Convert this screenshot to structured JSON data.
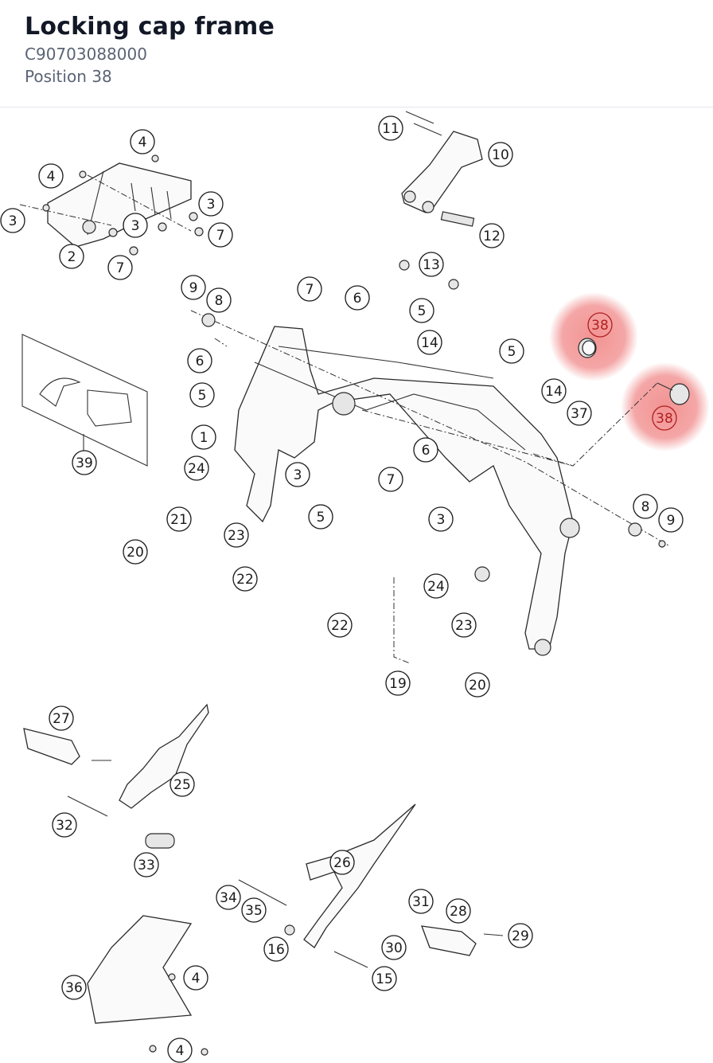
{
  "header": {
    "title": "Locking cap frame",
    "part_number": "C90703088000",
    "position": "Position 38"
  },
  "highlight_color": "#f08080",
  "callouts": [
    {
      "id": "c-38a",
      "label": "38",
      "highlighted": true
    },
    {
      "id": "c-38b",
      "label": "38",
      "highlighted": true
    },
    {
      "id": "c-4a",
      "label": "4"
    },
    {
      "id": "c-4b",
      "label": "4"
    },
    {
      "id": "c-3a",
      "label": "3"
    },
    {
      "id": "c-3b",
      "label": "3"
    },
    {
      "id": "c-3c",
      "label": "3"
    },
    {
      "id": "c-7a",
      "label": "7"
    },
    {
      "id": "c-7b",
      "label": "7"
    },
    {
      "id": "c-2",
      "label": "2"
    },
    {
      "id": "c-11",
      "label": "11"
    },
    {
      "id": "c-10",
      "label": "10"
    },
    {
      "id": "c-12",
      "label": "12"
    },
    {
      "id": "c-13",
      "label": "13"
    },
    {
      "id": "c-9a",
      "label": "9"
    },
    {
      "id": "c-8a",
      "label": "8"
    },
    {
      "id": "c-7c",
      "label": "7"
    },
    {
      "id": "c-6a",
      "label": "6"
    },
    {
      "id": "c-5a",
      "label": "5"
    },
    {
      "id": "c-14a",
      "label": "14"
    },
    {
      "id": "c-6b",
      "label": "6"
    },
    {
      "id": "c-5b",
      "label": "5"
    },
    {
      "id": "c-5c",
      "label": "5"
    },
    {
      "id": "c-14b",
      "label": "14"
    },
    {
      "id": "c-37",
      "label": "37"
    },
    {
      "id": "c-1",
      "label": "1"
    },
    {
      "id": "c-6c",
      "label": "6"
    },
    {
      "id": "c-39",
      "label": "39"
    },
    {
      "id": "c-24a",
      "label": "24"
    },
    {
      "id": "c-3d",
      "label": "3"
    },
    {
      "id": "c-7d",
      "label": "7"
    },
    {
      "id": "c-5d",
      "label": "5"
    },
    {
      "id": "c-21",
      "label": "21"
    },
    {
      "id": "c-23a",
      "label": "23"
    },
    {
      "id": "c-3e",
      "label": "3"
    },
    {
      "id": "c-8b",
      "label": "8"
    },
    {
      "id": "c-9b",
      "label": "9"
    },
    {
      "id": "c-20a",
      "label": "20"
    },
    {
      "id": "c-22a",
      "label": "22"
    },
    {
      "id": "c-24b",
      "label": "24"
    },
    {
      "id": "c-22b",
      "label": "22"
    },
    {
      "id": "c-23b",
      "label": "23"
    },
    {
      "id": "c-19",
      "label": "19"
    },
    {
      "id": "c-20b",
      "label": "20"
    },
    {
      "id": "c-27",
      "label": "27"
    },
    {
      "id": "c-25",
      "label": "25"
    },
    {
      "id": "c-32",
      "label": "32"
    },
    {
      "id": "c-33",
      "label": "33"
    },
    {
      "id": "c-26",
      "label": "26"
    },
    {
      "id": "c-34",
      "label": "34"
    },
    {
      "id": "c-35",
      "label": "35"
    },
    {
      "id": "c-31",
      "label": "31"
    },
    {
      "id": "c-28",
      "label": "28"
    },
    {
      "id": "c-29",
      "label": "29"
    },
    {
      "id": "c-16",
      "label": "16"
    },
    {
      "id": "c-30",
      "label": "30"
    },
    {
      "id": "c-15",
      "label": "15"
    },
    {
      "id": "c-36",
      "label": "36"
    },
    {
      "id": "c-4c",
      "label": "4"
    },
    {
      "id": "c-4d",
      "label": "4"
    }
  ]
}
